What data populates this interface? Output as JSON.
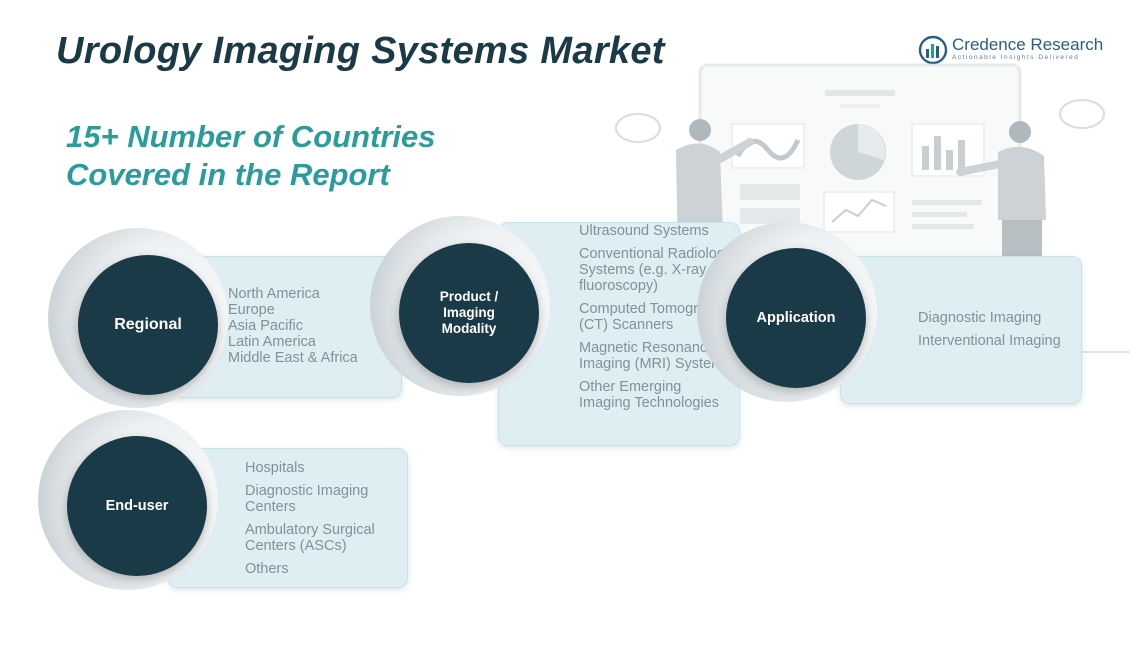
{
  "title": "Urology Imaging Systems Market",
  "subtitle": "15+ Number of Countries Covered in the Report",
  "brand": {
    "name": "Credence Research",
    "tagline": "Actionable Insights Delivered",
    "color": "#2a5e86"
  },
  "colors": {
    "circle": "#1a3a47",
    "card": "#dfeef3",
    "subtitle": "#2a9c9c",
    "item_text": "#7f9199"
  },
  "segments": {
    "regional": {
      "label": "Regional",
      "items": [
        "North America",
        "Europe",
        "Asia Pacific",
        "Latin America",
        "Middle East & Africa"
      ]
    },
    "product": {
      "label": "Product / Imaging Modality",
      "items": [
        "Ultrasound Systems",
        "Conventional Radiology Systems (e.g. X-ray, fluoroscopy)",
        "Computed Tomography (CT) Scanners",
        "Magnetic Resonance Imaging (MRI) Systems",
        "Other Emerging Imaging Technologies"
      ]
    },
    "application": {
      "label": "Application",
      "items": [
        "Diagnostic Imaging",
        "Interventional Imaging"
      ]
    },
    "end_user": {
      "label": "End-user",
      "items": [
        "Hospitals",
        "Diagnostic Imaging Centers",
        "Ambulatory Surgical Centers (ASCs)",
        "Others"
      ]
    }
  }
}
